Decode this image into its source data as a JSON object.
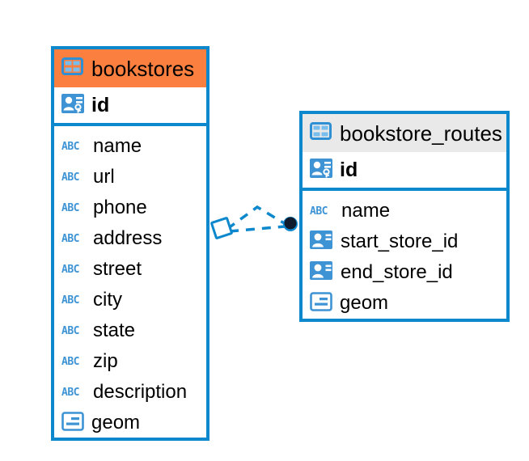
{
  "diagram": {
    "type": "entity-relationship-diagram",
    "background_color": "#ffffff",
    "accent_color": "#0e88cc",
    "selected_header_color": "#fb8040",
    "header_color": "#e9e9e9",
    "icon_color": "#3d93d4"
  },
  "entities": [
    {
      "name": "bookstores",
      "selected": true,
      "header_icon": "table-grid-icon",
      "primary_key": {
        "label": "id",
        "icon": "primary-key-icon"
      },
      "fields": [
        {
          "label": "name",
          "icon": "text-type-icon",
          "icon_text": "ABC"
        },
        {
          "label": "url",
          "icon": "text-type-icon",
          "icon_text": "ABC"
        },
        {
          "label": "phone",
          "icon": "text-type-icon",
          "icon_text": "ABC"
        },
        {
          "label": "address",
          "icon": "text-type-icon",
          "icon_text": "ABC"
        },
        {
          "label": "street",
          "icon": "text-type-icon",
          "icon_text": "ABC"
        },
        {
          "label": "city",
          "icon": "text-type-icon",
          "icon_text": "ABC"
        },
        {
          "label": "state",
          "icon": "text-type-icon",
          "icon_text": "ABC"
        },
        {
          "label": "zip",
          "icon": "text-type-icon",
          "icon_text": "ABC"
        },
        {
          "label": "description",
          "icon": "text-type-icon",
          "icon_text": "ABC"
        },
        {
          "label": "geom",
          "icon": "geometry-type-icon",
          "icon_text": ""
        }
      ]
    },
    {
      "name": "bookstore_routes",
      "selected": false,
      "header_icon": "table-grid-icon",
      "primary_key": {
        "label": "id",
        "icon": "primary-key-icon"
      },
      "fields": [
        {
          "label": "name",
          "icon": "text-type-icon",
          "icon_text": "ABC"
        },
        {
          "label": "start_store_id",
          "icon": "foreign-key-icon",
          "icon_text": ""
        },
        {
          "label": "end_store_id",
          "icon": "foreign-key-icon",
          "icon_text": ""
        },
        {
          "label": "geom",
          "icon": "geometry-type-icon",
          "icon_text": ""
        }
      ]
    }
  ],
  "relationships": [
    {
      "from": "bookstores",
      "to": "bookstore_routes",
      "style": "dashed",
      "source_endpoint": "diamond-outline",
      "target_endpoint": "filled-circle"
    },
    {
      "from": "bookstores",
      "to": "bookstore_routes",
      "style": "dashed",
      "source_endpoint": "diamond-outline",
      "target_endpoint": "filled-circle"
    }
  ]
}
